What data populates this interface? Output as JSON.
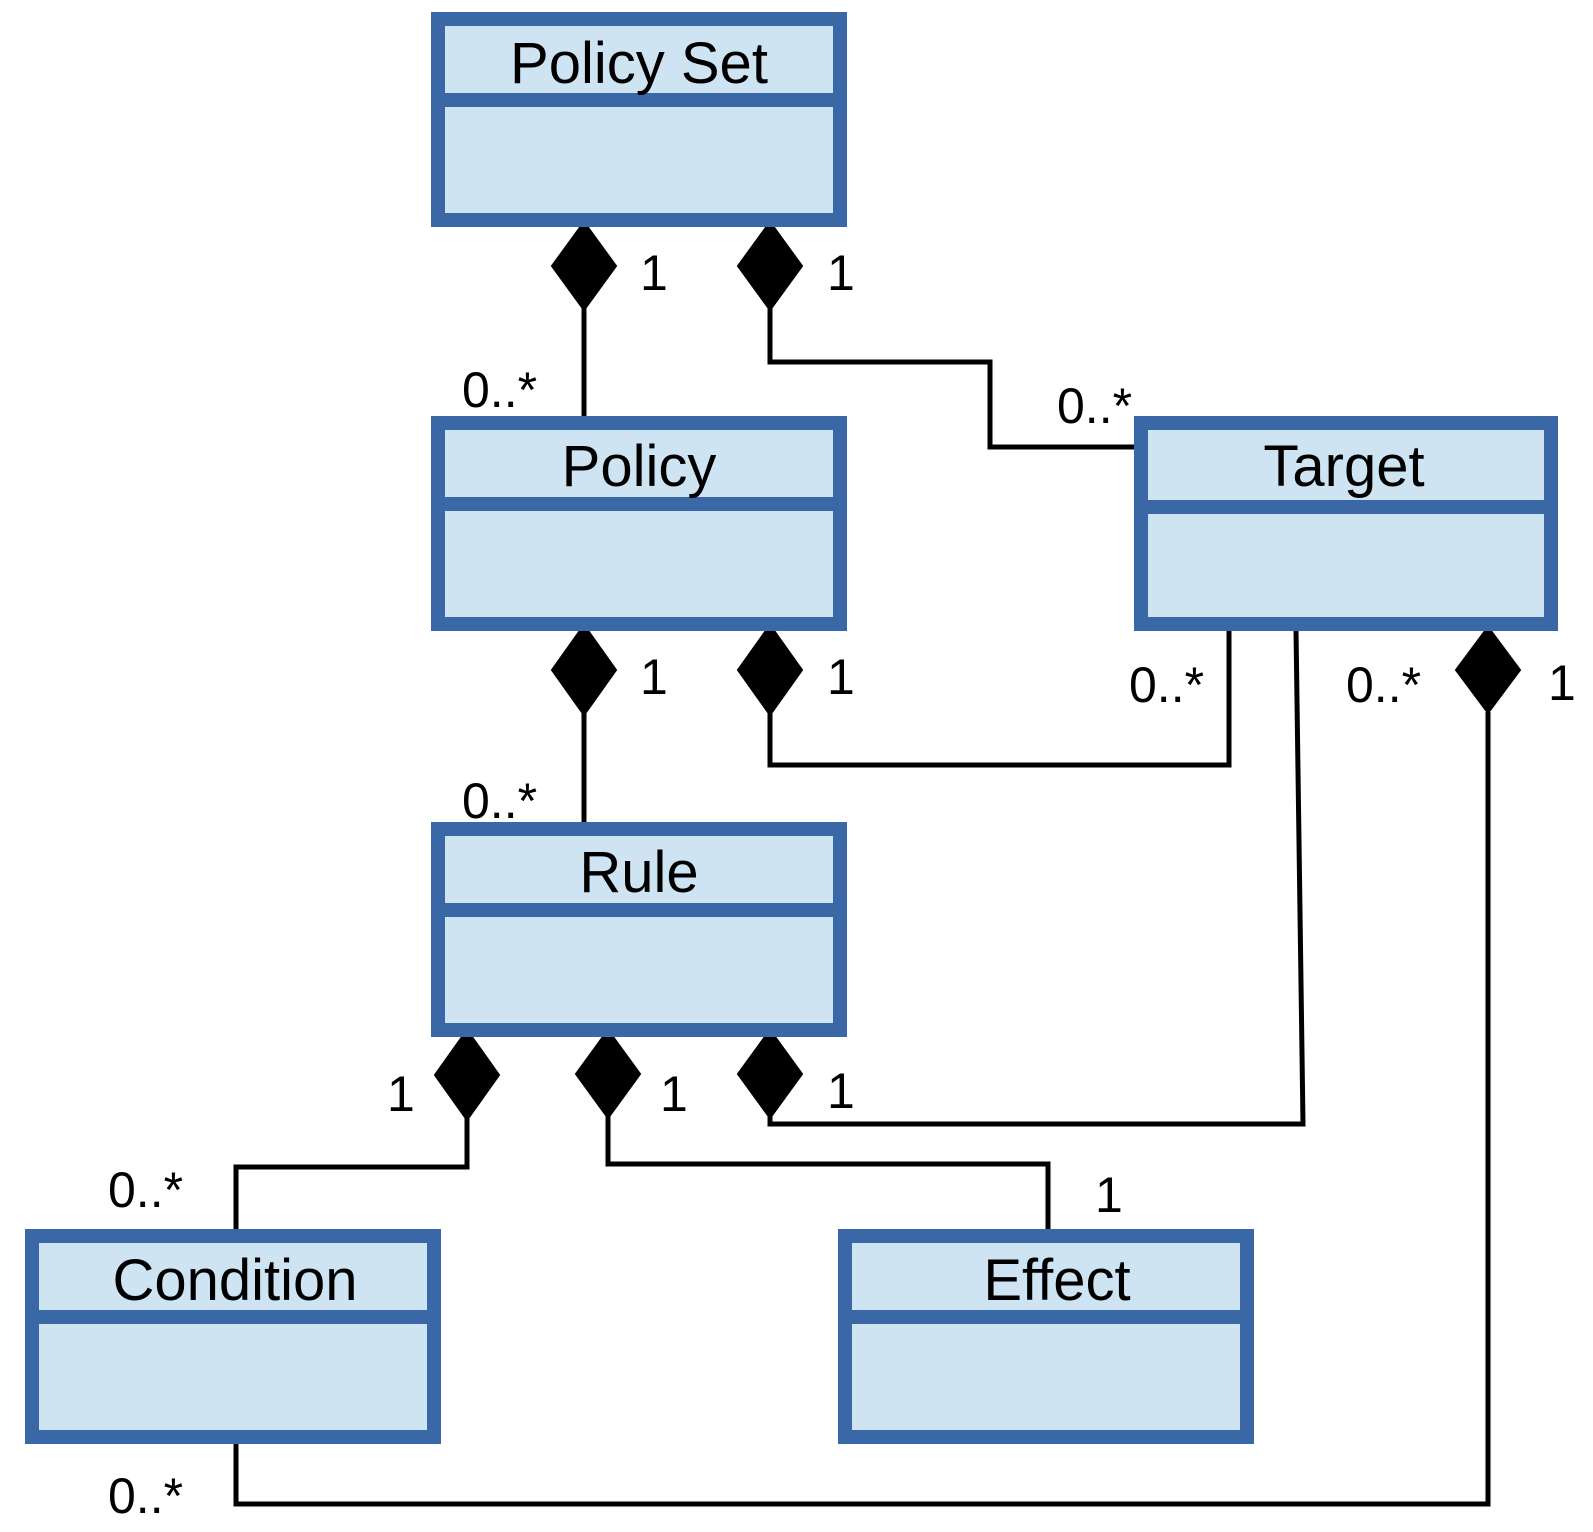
{
  "classes": {
    "policy_set": {
      "name": "Policy Set"
    },
    "policy": {
      "name": "Policy"
    },
    "target": {
      "name": "Target"
    },
    "rule": {
      "name": "Rule"
    },
    "condition": {
      "name": "Condition"
    },
    "effect": {
      "name": "Effect"
    }
  },
  "associations": {
    "policyset_policy": {
      "whole": "1",
      "part": "0..*"
    },
    "policyset_target": {
      "whole": "1",
      "part": "0..*"
    },
    "policy_rule": {
      "whole": "1",
      "part": "0..*"
    },
    "policy_target": {
      "whole": "1",
      "part": "0..*"
    },
    "rule_target": {
      "whole": "1",
      "part": "0..*"
    },
    "target_condition": {
      "whole": "1",
      "part": "0..*"
    },
    "rule_condition": {
      "whole": "1",
      "part": "0..*"
    },
    "rule_effect": {
      "whole": "1",
      "part": "1"
    }
  },
  "colors": {
    "box_fill": "#cfe4f3",
    "box_border": "#3a67a6",
    "lines": "#000000"
  }
}
